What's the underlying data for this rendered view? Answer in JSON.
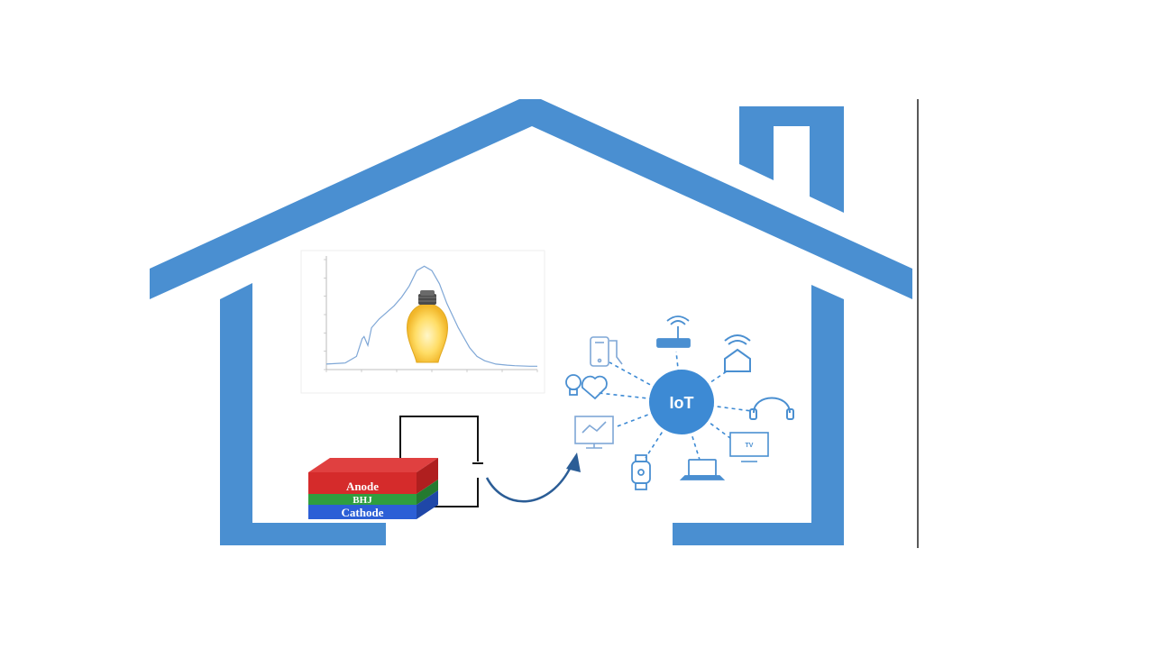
{
  "colors": {
    "house": "#4a8fd1",
    "anode": "#d52b2b",
    "bhj": "#2f9e3f",
    "cathode": "#2c5fd6",
    "hub": "#3d8ad4",
    "spectrum": "#7fa7d6",
    "arrow": "#2b5d96"
  },
  "device": {
    "layers": [
      "Anode",
      "BHJ",
      "Cathode"
    ]
  },
  "hub": {
    "label": "IoT"
  },
  "devices": [
    {
      "icon": "smartphone-icon"
    },
    {
      "icon": "router-icon"
    },
    {
      "icon": "smart-home-icon"
    },
    {
      "icon": "smart-bulb-icon"
    },
    {
      "icon": "headphones-icon"
    },
    {
      "icon": "monitor-icon"
    },
    {
      "icon": "tv-icon",
      "label": "TV"
    },
    {
      "icon": "smartwatch-icon"
    },
    {
      "icon": "laptop-icon"
    }
  ],
  "spectrum_plot": {
    "x": [
      400,
      450,
      480,
      495,
      500,
      510,
      520,
      540,
      560,
      580,
      600,
      620,
      640,
      660,
      680,
      700,
      720,
      750,
      780,
      800,
      820,
      850,
      880,
      900,
      940,
      960
    ],
    "y": [
      0.05,
      0.06,
      0.12,
      0.28,
      0.3,
      0.22,
      0.38,
      0.46,
      0.52,
      0.58,
      0.66,
      0.76,
      0.9,
      0.94,
      0.9,
      0.78,
      0.6,
      0.38,
      0.2,
      0.12,
      0.08,
      0.05,
      0.04,
      0.035,
      0.03,
      0.03
    ],
    "xlim": [
      400,
      960
    ],
    "ylim": [
      0,
      1
    ]
  }
}
